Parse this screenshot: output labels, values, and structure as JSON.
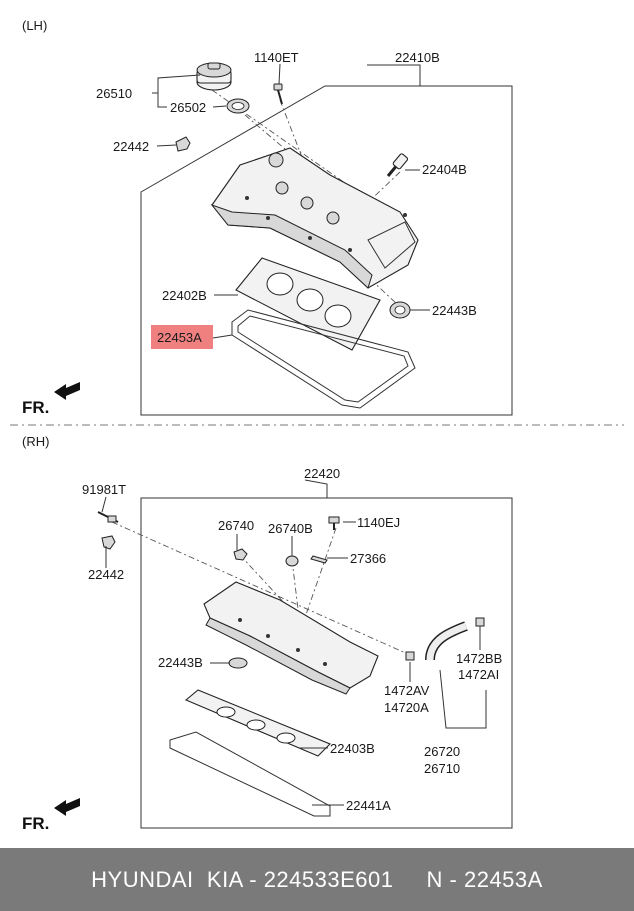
{
  "sections": {
    "lh": "(LH)",
    "rh": "(RH)"
  },
  "front_marker": "FR.",
  "highlight_color": "#f08080",
  "lh_labels": {
    "cap_assy": "26510",
    "cap_gasket": "26502",
    "bolt": "1140ET",
    "cover": "22410B",
    "clip": "22442",
    "valve": "22404B",
    "gasket_inner": "22402B",
    "seal": "22443B",
    "gasket_outer": "22453A"
  },
  "rh_labels": {
    "bracket": "91981T",
    "clip": "22442",
    "cover": "22420",
    "bolt": "1140EJ",
    "part_a": "26740",
    "part_b": "26740B",
    "part_c": "27366",
    "seal": "22443B",
    "hose_clamp_a": "1472AV",
    "hose_clamp_b": "14720A",
    "hose_clamp_c": "1472BB",
    "hose_clamp_d": "1472AI",
    "hose_a": "26720",
    "hose_b": "26710",
    "gasket_inner": "22403B",
    "gasket_outer": "22441A"
  },
  "footer": {
    "text": "HYUNDAI  KIA - 224533E601     N - 22453A"
  }
}
